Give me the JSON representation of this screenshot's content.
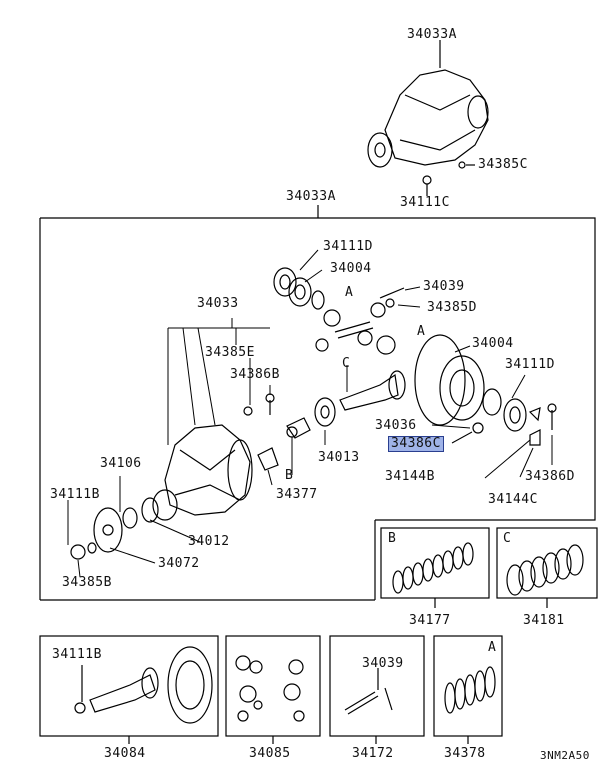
{
  "labels": {
    "housing_assy_top": "34033A",
    "bolt_top": "34385C",
    "nut_top": "34111C",
    "housing_assy_main": "34033A",
    "nut_d_top": "34111D",
    "bearing_top": "34004",
    "pin": "34039",
    "bolt_d": "34385D",
    "carrier": "34033",
    "bolt_e": "34385E",
    "bolt_b": "34386B",
    "diff_bearing": "34004",
    "nut_d_right": "34111D",
    "washer_36": "34036",
    "bolt_c_selected": "34386C",
    "side_bearing": "34013",
    "spacer": "34377",
    "cover_lbl": "34106",
    "nut_b": "34111B",
    "seal": "34012",
    "flange": "34072",
    "bolt_b_bottom": "34385B",
    "plate_b": "34144B",
    "plate_c": "34144C",
    "bolt_d_right": "34386D",
    "callout_a1": "A",
    "callout_a2": "A",
    "callout_c": "C",
    "callout_b": "B"
  },
  "kits": {
    "shim_b": {
      "letter": "B",
      "part": "34177"
    },
    "shim_c": {
      "letter": "C",
      "part": "34181"
    },
    "gear_set": {
      "top": "34111B",
      "part": "34084"
    },
    "diff_gears": {
      "part": "34085"
    },
    "pin_set": {
      "top": "34039",
      "part": "34172"
    },
    "shim_a": {
      "letter": "A",
      "part": "34378"
    }
  },
  "figure_code": "3NM2A50"
}
